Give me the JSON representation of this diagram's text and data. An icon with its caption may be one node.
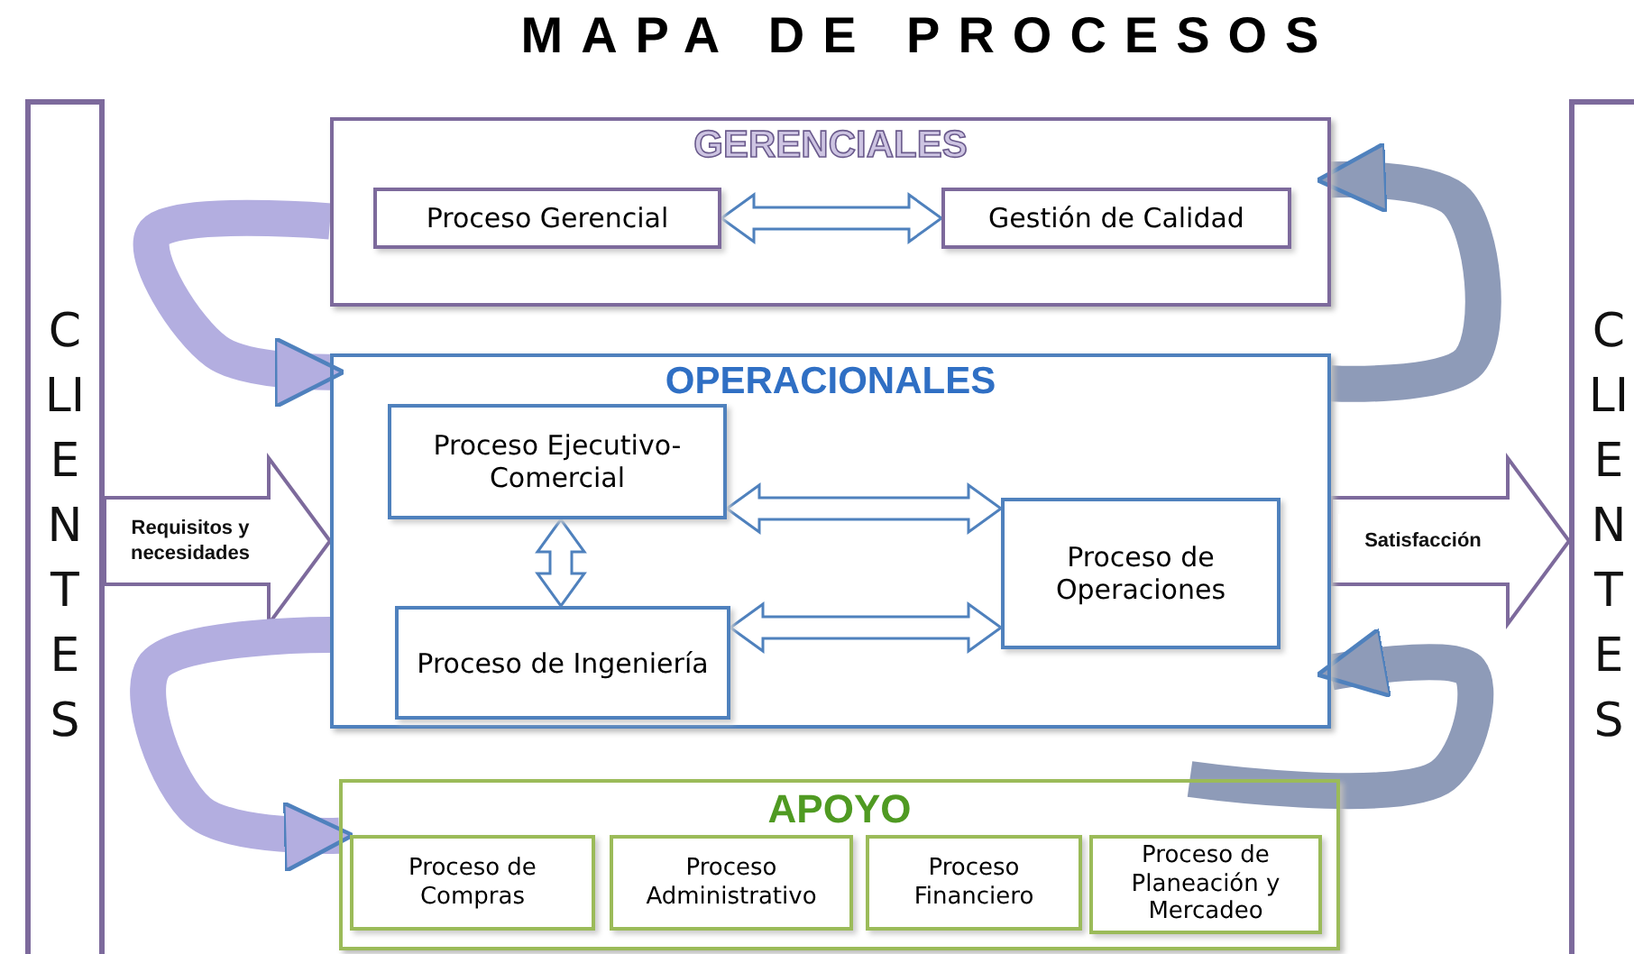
{
  "diagram": {
    "title": "MAPA DE PROCESOS",
    "nodes": [
      {
        "text": [
          "CLIENTES"
        ]
      },
      {
        "text": [
          "CLIENTES"
        ]
      },
      {
        "text": [
          "GERENCIALES"
        ]
      },
      {
        "text": [
          "Proceso Gerencial"
        ],
        "in": 2
      },
      {
        "text": [
          "Gestión de Calidad"
        ],
        "in": 2
      },
      {
        "text": [
          "OPERACIONALES"
        ]
      },
      {
        "text": [
          "Proceso Ejecutivo-Comercial"
        ],
        "in": 5
      },
      {
        "text": [
          "Proceso de Ingeniería"
        ],
        "in": 5
      },
      {
        "text": [
          "Proceso de Operaciones"
        ],
        "in": 5
      },
      {
        "text": [
          "APOYO"
        ]
      },
      {
        "text": [
          "Proceso de Compras"
        ],
        "in": 9
      },
      {
        "text": [
          "Proceso Administrativo"
        ],
        "in": 9
      },
      {
        "text": [
          "Proceso Financiero"
        ],
        "in": 9
      },
      {
        "text": [
          "Proceso de Planeación y Mercadeo"
        ],
        "in": 9
      }
    ],
    "edges": [
      {
        "from": 3,
        "to": 4,
        "arrow": "both"
      },
      {
        "from": 6,
        "to": 7,
        "arrow": "both"
      },
      {
        "from": 6,
        "to": 8,
        "arrow": "both"
      },
      {
        "from": 7,
        "to": 8,
        "arrow": "both"
      },
      {
        "from": 0,
        "to": 5,
        "arrow": "to",
        "label": "Requisitos y necesidades",
        "style": "thick",
        "color": "#7d6a9c"
      },
      {
        "from": 5,
        "to": 1,
        "arrow": "to",
        "label": "Satisfacción",
        "style": "thick",
        "color": "#7d6a9c"
      },
      {
        "from": 2,
        "to": 5,
        "arrow": "to",
        "color": "#b3aee0"
      },
      {
        "from": 5,
        "to": 9,
        "arrow": "to",
        "color": "#b3aee0"
      },
      {
        "from": 5,
        "to": 2,
        "arrow": "to",
        "color": "#8e9bb8"
      },
      {
        "from": 9,
        "to": 5,
        "arrow": "to",
        "color": "#8e9bb8"
      }
    ]
  }
}
